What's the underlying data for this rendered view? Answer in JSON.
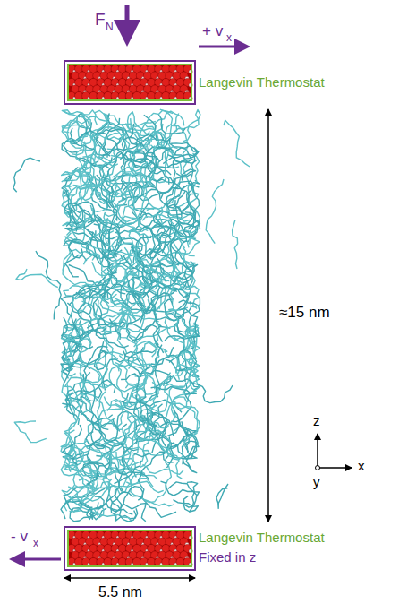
{
  "diagram": {
    "labels": [
      "F",
      "N",
      "+ v",
      "x",
      "Langevin Thermostat",
      "≈15 nm",
      "z",
      "x",
      "y",
      "Langevin Thermostat",
      "- v",
      "x",
      "Fixed in z",
      "5.5 nm"
    ]
  }
}
